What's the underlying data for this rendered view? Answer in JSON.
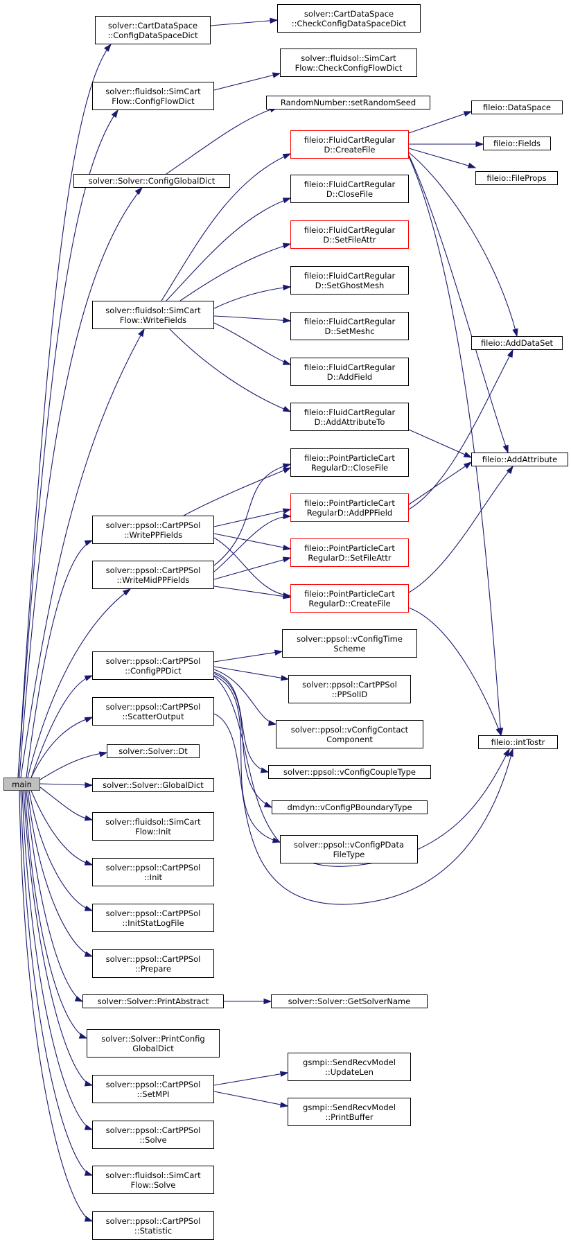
{
  "colors": {
    "edge": "#191970",
    "node_border": "#000000",
    "highlight_border": "#ff0000",
    "root_fill": "#bfbfbf"
  },
  "nodes": {
    "main": "main",
    "cds_config": "solver::CartDataSpace\n::ConfigDataSpaceDict",
    "cds_check": "solver::CartDataSpace\n::CheckConfigDataSpaceDict",
    "flow_config": "solver::fluidsol::SimCart\nFlow::ConfigFlowDict",
    "flow_check": "solver::fluidsol::SimCart\nFlow::CheckConfigFlowDict",
    "random_seed": "RandomNumber::setRandomSeed",
    "config_global": "solver::Solver::ConfigGlobalDict",
    "fcr_create": "fileio::FluidCartRegular\nD::CreateFile",
    "dataspace": "fileio::DataSpace",
    "fields": "fileio::Fields",
    "fileprops": "fileio::FileProps",
    "fcr_close": "fileio::FluidCartRegular\nD::CloseFile",
    "fcr_setattr": "fileio::FluidCartRegular\nD::SetFileAttr",
    "fcr_ghost": "fileio::FluidCartRegular\nD::SetGhostMesh",
    "fcr_meshc": "fileio::FluidCartRegular\nD::SetMeshc",
    "fcr_addfield": "fileio::FluidCartRegular\nD::AddField",
    "fcr_addattr": "fileio::FluidCartRegular\nD::AddAttributeTo",
    "writefields": "solver::fluidsol::SimCart\nFlow::WriteFields",
    "adddataset": "fileio::AddDataSet",
    "addattribute": "fileio::AddAttribute",
    "ppc_close": "fileio::PointParticleCart\nRegularD::CloseFile",
    "ppc_addpp": "fileio::PointParticleCart\nRegularD::AddPPField",
    "ppc_setattr": "fileio::PointParticleCart\nRegularD::SetFileAttr",
    "ppc_create": "fileio::PointParticleCart\nRegularD::CreateFile",
    "writepp": "solver::ppsol::CartPPSol\n::WritePPFields",
    "writemidpp": "solver::ppsol::CartPPSol\n::WriteMidPPFields",
    "configpp": "solver::ppsol::CartPPSol\n::ConfigPPDict",
    "vtime": "solver::ppsol::vConfigTime\nScheme",
    "ppsolid": "solver::ppsol::CartPPSol\n::PPSolID",
    "vcontact": "solver::ppsol::vConfigContact\nComponent",
    "inttostr": "fileio::intTostr",
    "scatter": "solver::ppsol::CartPPSol\n::ScatterOutput",
    "vcouple": "solver::ppsol::vConfigCoupleType",
    "dt": "solver::Solver::Dt",
    "vboundary": "dmdyn::vConfigPBoundaryType",
    "globaldict": "solver::Solver::GlobalDict",
    "vpdata": "solver::ppsol::vConfigPData\nFileType",
    "flow_init": "solver::fluidsol::SimCart\nFlow::Init",
    "pp_init": "solver::ppsol::CartPPSol\n::Init",
    "pp_initstat": "solver::ppsol::CartPPSol\n::InitStatLogFile",
    "pp_prepare": "solver::ppsol::CartPPSol\n::Prepare",
    "printabstract": "solver::Solver::PrintAbstract",
    "getsolvername": "solver::Solver::GetSolverName",
    "printconfig": "solver::Solver::PrintConfig\nGlobalDict",
    "setmpi": "solver::ppsol::CartPPSol\n::SetMPI",
    "updatelen": "gsmpi::SendRecvModel\n::UpdateLen",
    "printbuffer": "gsmpi::SendRecvModel\n::PrintBuffer",
    "pp_solve": "solver::ppsol::CartPPSol\n::Solve",
    "flow_solve": "solver::fluidsol::SimCart\nFlow::Solve",
    "pp_statistic": "solver::ppsol::CartPPSol\n::Statistic"
  }
}
